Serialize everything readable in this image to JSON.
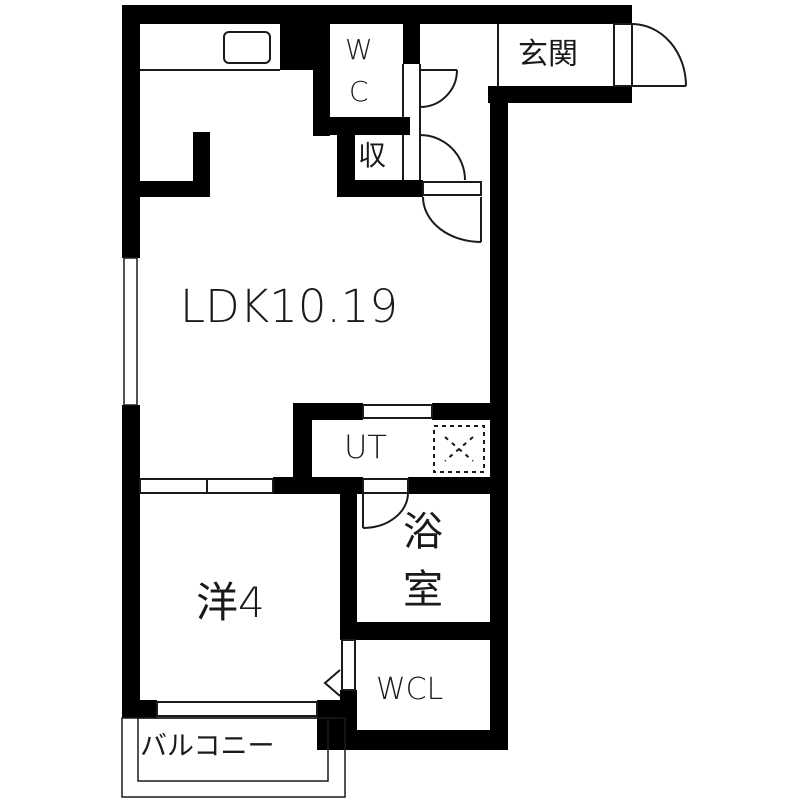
{
  "floor_plan": {
    "rooms": {
      "ldk": {
        "label": "LDK10.19"
      },
      "western_room": {
        "label": "洋4"
      },
      "wc": {
        "label_line1": "W",
        "label_line2": "C"
      },
      "storage": {
        "label": "収"
      },
      "entrance": {
        "label": "玄関"
      },
      "utility": {
        "label": "UT"
      },
      "bathroom": {
        "label_line1": "浴",
        "label_line2": "室"
      },
      "walk_in_closet": {
        "label": "WCL"
      },
      "balcony": {
        "label": "バルコニー"
      }
    },
    "colors": {
      "wall": "#000000",
      "background": "#ffffff",
      "line": "#1a1a1a"
    }
  }
}
